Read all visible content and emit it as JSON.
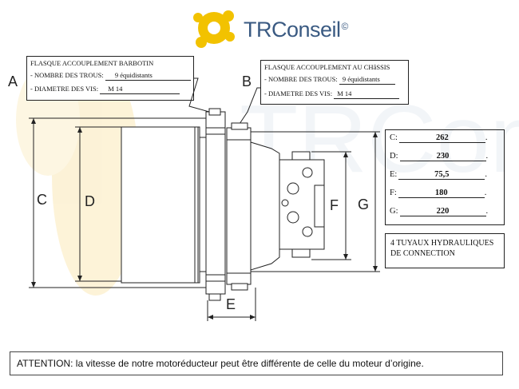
{
  "logo": {
    "brand": "TRConseil",
    "mark": "©"
  },
  "flange_a": {
    "letter": "A",
    "title": "FLASQUE ACCOUPLEMENT BARBOTIN",
    "holes_label": "- NOMBRE DES TROUS:",
    "holes_value": "9 équidistants",
    "screw_label": "- DIAMETRE DES VIS:",
    "screw_value": "M 14"
  },
  "flange_b": {
    "letter": "B",
    "title": "FLASQUE ACCOUPLEMENT AU CHâSSIS",
    "holes_label": "- NOMBRE DES TROUS:",
    "holes_value": "9 équidistants",
    "screw_label": "- DIAMETRE DES VIS:",
    "screw_value": "M 14"
  },
  "dimension_letters": {
    "C": "C",
    "D": "D",
    "E": "E",
    "F": "F",
    "G": "G"
  },
  "dimensions": [
    {
      "label": "C:",
      "value": "262",
      "end": "."
    },
    {
      "label": "D:",
      "value": "230",
      "end": "."
    },
    {
      "label": "E:",
      "value": "75,5",
      "end": "."
    },
    {
      "label": "F:",
      "value": "180",
      "end": "."
    },
    {
      "label": "G:",
      "value": "220",
      "end": "."
    }
  ],
  "hoses_note": {
    "line1": "4 TUYAUX HYDRAULIQUES",
    "line2": "DE CONNECTION"
  },
  "attention": "ATTENTION: la vitesse de notre motoréducteur peut être différente de celle du moteur d’origine.",
  "colors": {
    "logo_text": "#3a5a82",
    "logo_gear": "#f2c200",
    "watermark": "#fbeec9"
  }
}
